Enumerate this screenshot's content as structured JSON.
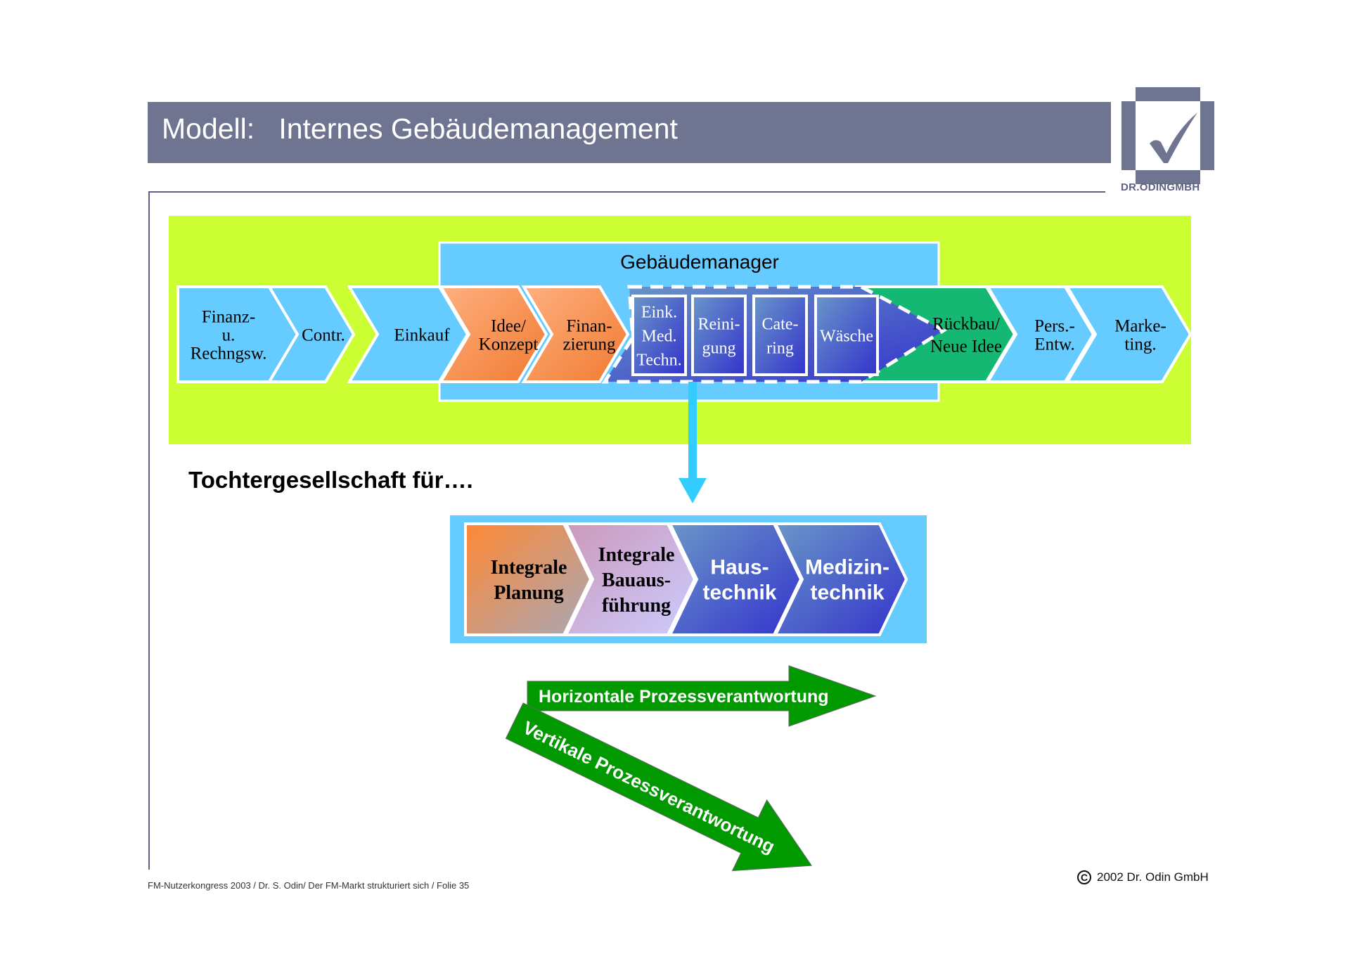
{
  "header": {
    "title": "Modell:   Internes Gebäudemanagement",
    "logo_text": "DR.ODINGMBH",
    "logo_icon": "checkmark-icon"
  },
  "top_diagram": {
    "gebaeudemanager_label": "Gebäudemanager",
    "chain": [
      {
        "lines": [
          "Finanz-",
          "u.",
          "Rechngsw."
        ],
        "color": "#66ccff"
      },
      {
        "lines": [
          "Contr."
        ],
        "color": "#66ccff"
      },
      {
        "lines": [
          "Einkauf"
        ],
        "color": "#66ccff"
      },
      {
        "lines": [
          "Idee/",
          "Konzept"
        ],
        "color": "#f4894a"
      },
      {
        "lines": [
          "Finan-",
          "zierung"
        ],
        "color": "#f4894a"
      },
      {
        "lines": [
          "Rückbau/",
          "Neue Idee"
        ],
        "color": "#14b873"
      },
      {
        "lines": [
          "Pers.-",
          "Entw."
        ],
        "color": "#66ccff"
      },
      {
        "lines": [
          "Marke-",
          "ting."
        ],
        "color": "#66ccff"
      }
    ],
    "services": [
      {
        "lines": [
          "Eink.",
          "Med.",
          "Techn."
        ]
      },
      {
        "lines": [
          "Reini-",
          "gung"
        ]
      },
      {
        "lines": [
          "Cate-",
          "ring"
        ]
      },
      {
        "lines": [
          "Wäsche"
        ]
      }
    ]
  },
  "subtitle": "Tochtergesellschaft  für….",
  "bottom_diagram": {
    "chain": [
      {
        "lines": [
          "Integrale",
          "Planung"
        ],
        "style": "serif-black"
      },
      {
        "lines": [
          "Integrale",
          "Bauaus-",
          "führung"
        ],
        "style": "serif-black"
      },
      {
        "lines": [
          "Haus-",
          "technik"
        ],
        "style": "sans-white"
      },
      {
        "lines": [
          "Medizin-",
          "technik"
        ],
        "style": "sans-white"
      }
    ]
  },
  "arrows": {
    "horizontal": "Horizontale Prozessverantwortung",
    "vertical": "Vertikale Prozessverantwortung"
  },
  "colors": {
    "title_bar": "#6f7490",
    "lime_background": "#ccff33",
    "light_blue": "#66ccff",
    "orange": "#f4894a",
    "green_chevron": "#14b873",
    "arrow_green": "#009900",
    "blue_gradient_dark": "#3333cc",
    "blue_gradient_light": "#6699cc"
  },
  "footer": {
    "left": "FM-Nutzerkongress 2003 / Dr. S. Odin/ Der FM-Markt strukturiert sich / Folie 35",
    "right": "2002 Dr. Odin GmbH",
    "copyright_symbol": "C"
  }
}
